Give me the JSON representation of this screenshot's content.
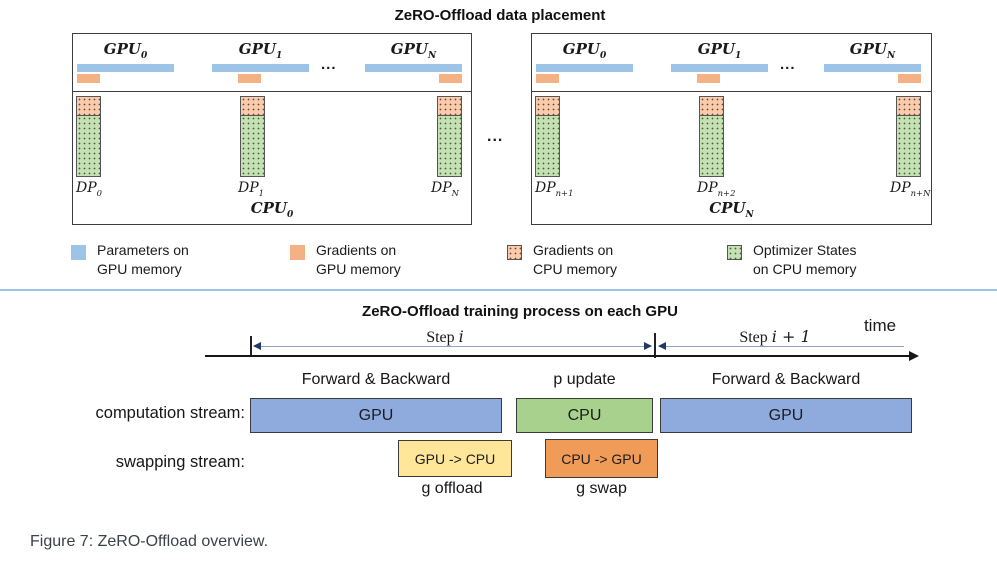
{
  "placement": {
    "title": "ZeRO-Offload data placement",
    "between_dots": "...",
    "boxes": [
      {
        "dots": "...",
        "cpu_label": {
          "base": "CPU",
          "sub": "0"
        },
        "gpus": [
          {
            "label": {
              "base": "GPU",
              "sub": "0"
            },
            "dp": {
              "base": "DP",
              "sub": "0"
            }
          },
          {
            "label": {
              "base": "GPU",
              "sub": "1"
            },
            "dp": {
              "base": "DP",
              "sub": "1"
            }
          },
          {
            "label": {
              "base": "GPU",
              "sub": "N"
            },
            "dp": {
              "base": "DP",
              "sub": "N"
            }
          }
        ]
      },
      {
        "dots": "...",
        "cpu_label": {
          "base": "CPU",
          "sub": "N"
        },
        "gpus": [
          {
            "label": {
              "base": "GPU",
              "sub": "0"
            },
            "dp": {
              "base": "DP",
              "sub": "n+1"
            }
          },
          {
            "label": {
              "base": "GPU",
              "sub": "1"
            },
            "dp": {
              "base": "DP",
              "sub": "n+2"
            }
          },
          {
            "label": {
              "base": "GPU",
              "sub": "N"
            },
            "dp": {
              "base": "DP",
              "sub": "n+N"
            }
          }
        ]
      }
    ],
    "legend": [
      {
        "swatch": "parameters-gpu-swatch",
        "line1": "Parameters on",
        "line2": "GPU memory"
      },
      {
        "swatch": "gradients-gpu-swatch",
        "line1": "Gradients on",
        "line2": "GPU memory"
      },
      {
        "swatch": "gradients-cpu-swatch",
        "line1": "Gradients on",
        "line2": "CPU memory"
      },
      {
        "swatch": "optimizer-cpu-swatch",
        "line1": "Optimizer States",
        "line2": "on CPU memory"
      }
    ]
  },
  "timeline": {
    "title": "ZeRO-Offload training process on each GPU",
    "time_label": "time",
    "steps": [
      {
        "prefix": "Step ",
        "var": "i"
      },
      {
        "prefix": "Step ",
        "var": "i + 1"
      }
    ],
    "computation_label": "computation stream:",
    "swapping_label": "swapping stream:",
    "computation_blocks": [
      {
        "top_label": "Forward & Backward",
        "text": "GPU"
      },
      {
        "top_label": "p update",
        "text": "CPU"
      },
      {
        "top_label": "Forward & Backward",
        "text": "GPU"
      }
    ],
    "swapping_blocks": [
      {
        "text": "GPU -> CPU",
        "bottom_label": "g offload"
      },
      {
        "text": "CPU -> GPU",
        "bottom_label": "g swap"
      }
    ]
  },
  "caption": "Figure 7: ZeRO-Offload overview.",
  "colors": {
    "parameters_gpu": "#9DC3E6",
    "gradients_gpu": "#F4B183",
    "gradients_cpu": "#F8CBAD",
    "optimizer_cpu": "#C5E0B4",
    "computation_gpu_block": "#8FAADC",
    "computation_cpu_block": "#A9D18E",
    "offload_block": "#FFE699",
    "swap_block": "#F09B58",
    "section_divider": "#9DC3E6",
    "step_arrow": "#1F3864"
  }
}
